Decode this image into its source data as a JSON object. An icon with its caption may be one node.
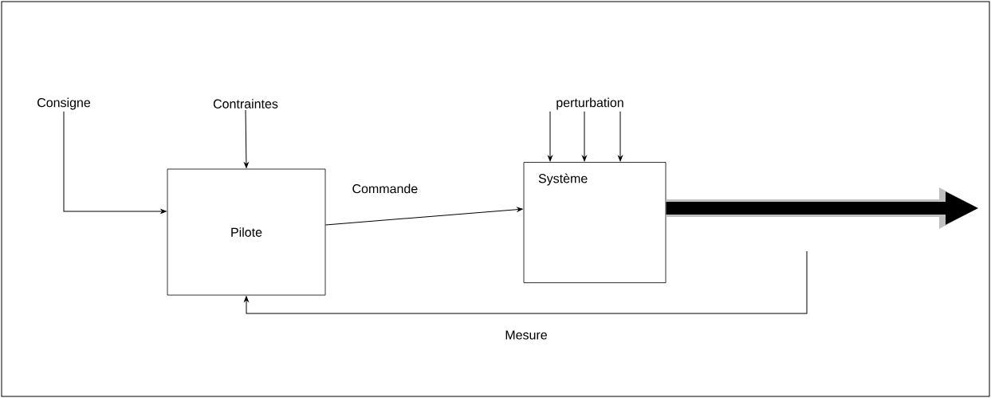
{
  "diagram": {
    "nodes": [
      {
        "text": [
          "Consigne"
        ]
      },
      {
        "text": [
          "Contraintes"
        ]
      },
      {
        "text": [
          "Pilote"
        ]
      },
      {
        "text": [
          "Système"
        ]
      },
      {
        "text": [
          "perturbation"
        ]
      }
    ],
    "edges": [
      {
        "from": 0,
        "to": 2,
        "arrow": "to"
      },
      {
        "from": 1,
        "to": 2,
        "arrow": "to"
      },
      {
        "from": 2,
        "to": 3,
        "arrow": "to",
        "label": "Commande"
      },
      {
        "from": 4,
        "to": 3,
        "arrow": "to"
      },
      {
        "from": 4,
        "to": 3,
        "arrow": "to"
      },
      {
        "from": 4,
        "to": 3,
        "arrow": "to"
      },
      {
        "from": 3,
        "to": null,
        "arrow": "to",
        "style": "thick"
      },
      {
        "from": null,
        "to": 2,
        "arrow": "to",
        "label": "Mesure"
      }
    ]
  }
}
